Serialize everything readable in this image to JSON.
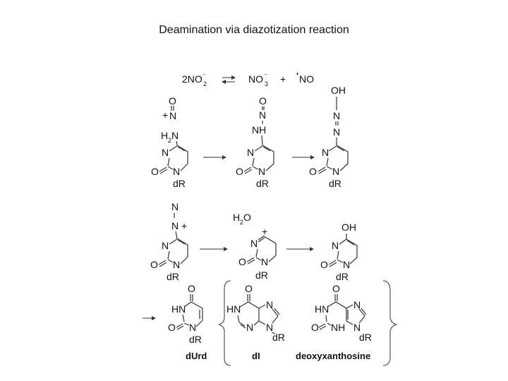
{
  "title": "Deamination via diazotization reaction",
  "equilibrium": {
    "left": "2NO",
    "left_sub": "2",
    "left_charge": "-",
    "middle": "NO",
    "middle_sub": "3",
    "middle_charge": "-",
    "plus": "+",
    "right_charge": "+",
    "right": "NO"
  },
  "atoms": {
    "O": "O",
    "N": "N",
    "NH": "NH",
    "HN": "HN",
    "OH": "OH",
    "H2N_H": "H",
    "H2N_2": "2",
    "H2N_N": "N",
    "dR": "dR",
    "plus": "+",
    "H2O_H": "H",
    "H2O_2": "2",
    "H2O_O": "O"
  },
  "labels": {
    "durd": "dUrd",
    "di": "dI",
    "dxao": "deoxyxanthosine"
  }
}
